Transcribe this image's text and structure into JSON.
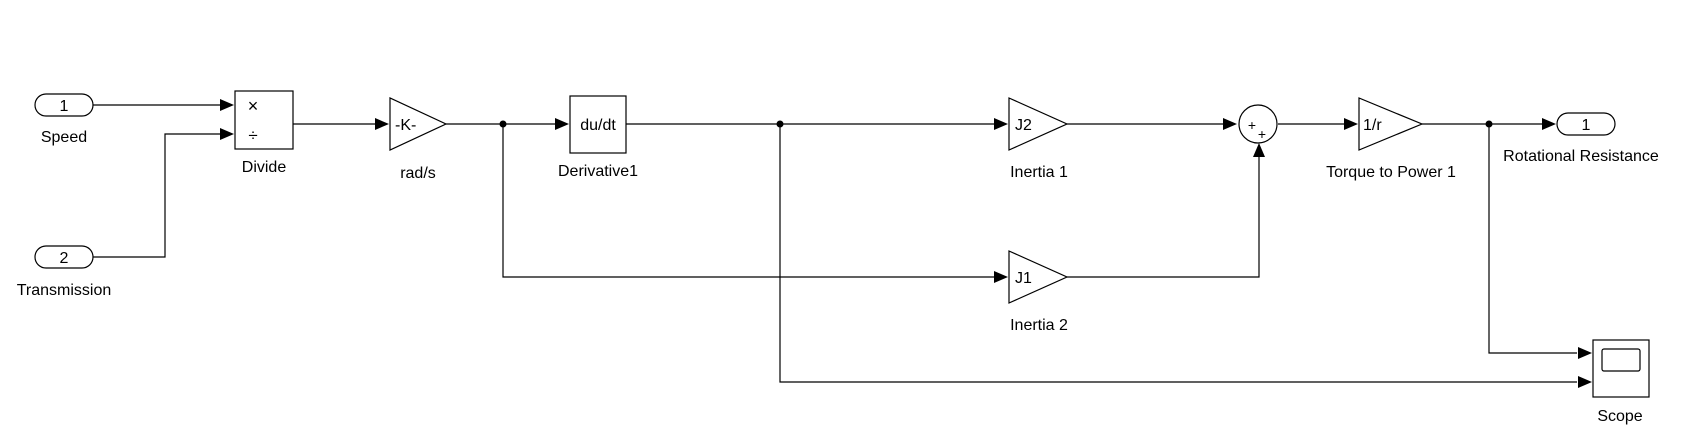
{
  "diagram": {
    "inports": [
      {
        "number": "1",
        "label": "Speed"
      },
      {
        "number": "2",
        "label": "Transmission"
      }
    ],
    "divide": {
      "label": "Divide",
      "sign_multiply": "×",
      "sign_divide": "÷"
    },
    "gain_rads": {
      "text": "-K-",
      "label": "rad/s"
    },
    "derivative": {
      "text": "du/dt",
      "label": "Derivative1"
    },
    "inertia1": {
      "text": "J2",
      "label": "Inertia 1"
    },
    "inertia2": {
      "text": "J1",
      "label": "Inertia 2"
    },
    "sum": {
      "sign1": "+",
      "sign2": "+"
    },
    "torque_to_power": {
      "text": "1/r",
      "label": "Torque to Power 1"
    },
    "outport": {
      "number": "1",
      "label": "Rotational Resistance"
    },
    "scope": {
      "label": "Scope"
    }
  }
}
